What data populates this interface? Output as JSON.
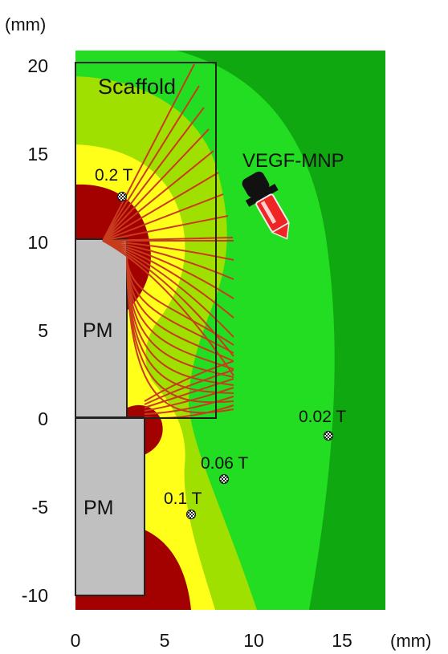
{
  "axes": {
    "x_unit": "(mm)",
    "y_unit": "(mm)",
    "x_ticks": [
      "0",
      "5",
      "10",
      "15"
    ],
    "y_ticks": [
      "20",
      "15",
      "10",
      "5",
      "0",
      "-5",
      "-10"
    ]
  },
  "labels": {
    "scaffold": "Scaffold",
    "nanoparticle": "VEGF-MNP",
    "magnet_upper": "PM",
    "magnet_lower": "PM"
  },
  "field_probes": [
    {
      "label": "0.2 T"
    },
    {
      "label": "0.1 T"
    },
    {
      "label": "0.06 T"
    },
    {
      "label": "0.02 T"
    }
  ],
  "colors": {
    "field_strongest": "#a30000",
    "field_strong": "#ffff1a",
    "field_medium": "#9fe000",
    "field_low": "#22dd22",
    "field_lowest": "#10a810",
    "field_lines": "#c83c1e",
    "magnet": "#c0c0c0"
  },
  "icons": {
    "dropper": "dropper-icon",
    "probe": "probe-marker-icon"
  }
}
